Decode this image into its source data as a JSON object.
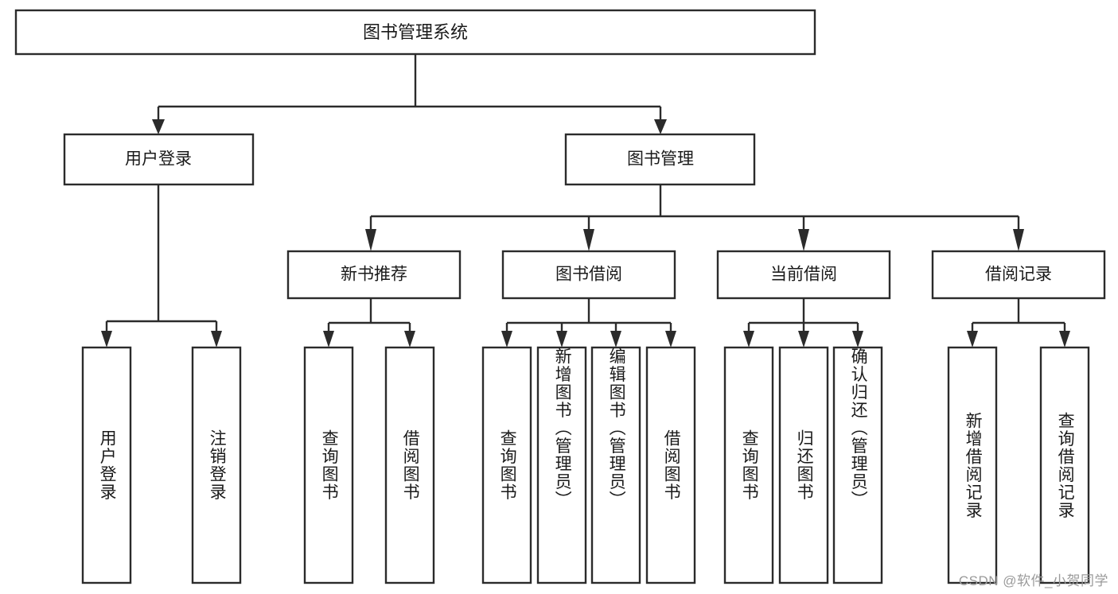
{
  "diagram": {
    "type": "tree",
    "title": "图书管理系统",
    "watermark": "CSDN @软件_小贺同学",
    "colors": {
      "stroke": "#2b2b2b",
      "fill": "#ffffff",
      "text": "#1a1a1a",
      "watermark": "#9a9a9a",
      "background": "#ffffff"
    },
    "root": {
      "label": "图书管理系统",
      "level": 1
    },
    "level2": [
      {
        "label": "用户登录"
      },
      {
        "label": "图书管理"
      }
    ],
    "level3": [
      {
        "label": "新书推荐",
        "parent": "图书管理"
      },
      {
        "label": "图书借阅",
        "parent": "图书管理"
      },
      {
        "label": "当前借阅",
        "parent": "图书管理"
      },
      {
        "label": "借阅记录",
        "parent": "图书管理"
      }
    ],
    "leaves": {
      "用户登录": [
        {
          "label": "用户登录"
        },
        {
          "label": "注销登录"
        }
      ],
      "新书推荐": [
        {
          "label": "查询图书"
        },
        {
          "label": "借阅图书"
        }
      ],
      "图书借阅": [
        {
          "label": "查询图书"
        },
        {
          "label": "新增图书（管理员）"
        },
        {
          "label": "编辑图书（管理员）"
        },
        {
          "label": "借阅图书"
        }
      ],
      "当前借阅": [
        {
          "label": "查询图书"
        },
        {
          "label": "归还图书"
        },
        {
          "label": "确认归还（管理员）"
        }
      ],
      "借阅记录": [
        {
          "label": "新增借阅记录"
        },
        {
          "label": "查询借阅记录"
        }
      ]
    },
    "flat_leaves": [
      {
        "label": "用户登录"
      },
      {
        "label": "注销登录"
      },
      {
        "label": "查询图书"
      },
      {
        "label": "借阅图书"
      },
      {
        "label": "查询图书"
      },
      {
        "label": "新增图书（管理员）"
      },
      {
        "label": "编辑图书（管理员）"
      },
      {
        "label": "借阅图书"
      },
      {
        "label": "查询图书"
      },
      {
        "label": "归还图书"
      },
      {
        "label": "确认归还（管理员）"
      },
      {
        "label": "新增借阅记录"
      },
      {
        "label": "查询借阅记录"
      }
    ]
  }
}
